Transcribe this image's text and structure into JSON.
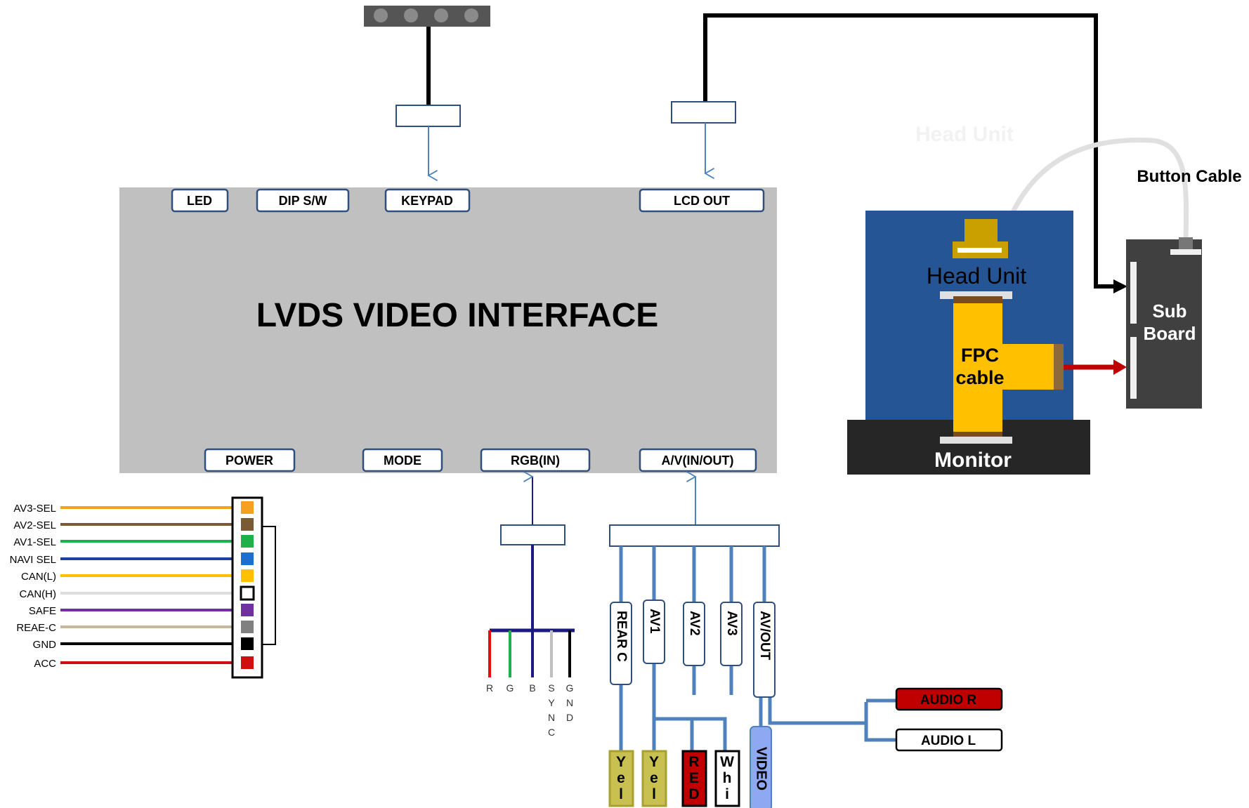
{
  "main_box": {
    "title": "LVDS VIDEO INTERFACE",
    "top_ports": [
      "LED",
      "DIP S/W",
      "KEYPAD",
      "LCD OUT"
    ],
    "bottom_ports": [
      "POWER",
      "MODE",
      "RGB(IN)",
      "A/V(IN/OUT)"
    ]
  },
  "power_harness": {
    "wires": [
      {
        "label": "AV3-SEL",
        "color": "#f5a020"
      },
      {
        "label": "AV2-SEL",
        "color": "#7a5a35"
      },
      {
        "label": "AV1-SEL",
        "color": "#1fb04a"
      },
      {
        "label": "NAVI SEL",
        "color": "#1e3ea0"
      },
      {
        "label": "CAN(L)",
        "color": "#ffc000"
      },
      {
        "label": "CAN(H)",
        "color": "#dddddd"
      },
      {
        "label": "SAFE",
        "color": "#7030a0"
      },
      {
        "label": "REAE-C",
        "color": "#c8b89a"
      },
      {
        "label": "GND",
        "color": "#000000"
      },
      {
        "label": "ACC",
        "color": "#d01010"
      }
    ],
    "pins": [
      "#f5a020",
      "#7a5a35",
      "#1fb04a",
      "#1a6fd0",
      "#ffc000",
      "#ffffff",
      "#7030a0",
      "#808080",
      "#000000",
      "#d01010"
    ]
  },
  "rgb_harness": {
    "wires": [
      {
        "label": "R",
        "color": "#e01010"
      },
      {
        "label": "G",
        "color": "#1fb04a"
      },
      {
        "label": "B",
        "color": "#1a1a80"
      },
      {
        "label": "SYNC",
        "color": "#c0c0c0"
      },
      {
        "label": "GND",
        "color": "#000000"
      }
    ]
  },
  "av_harness": {
    "branches": [
      "REAR C",
      "AV1",
      "AV2",
      "AV3",
      "AV/OUT"
    ],
    "plugs": [
      {
        "label": "Yel",
        "color": "#c8c050"
      },
      {
        "label": "Yel",
        "color": "#c8c050"
      },
      {
        "label": "RED",
        "color": "#c00000"
      },
      {
        "label": "Whi",
        "color": "#ffffff"
      }
    ],
    "video_plug": "VIDEO",
    "audio_r": "AUDIO R",
    "audio_l": "AUDIO L"
  },
  "head_unit": {
    "faded_label": "Head Unit",
    "label": "Head Unit",
    "fpc_line1": "FPC",
    "fpc_line2": "cable",
    "monitor": "Monitor",
    "sub_board_line1": "Sub",
    "sub_board_line2": "Board",
    "button_cable": "Button Cable"
  },
  "colors": {
    "main_box": "#c0c0c0",
    "port_border": "#2f4f7f",
    "av_wire": "#4f81bd",
    "head_unit_bg": "#255594",
    "monitor_bg": "#262626",
    "fpc": "#ffc000",
    "sub_board": "#404040",
    "arrow_red": "#c00000"
  }
}
